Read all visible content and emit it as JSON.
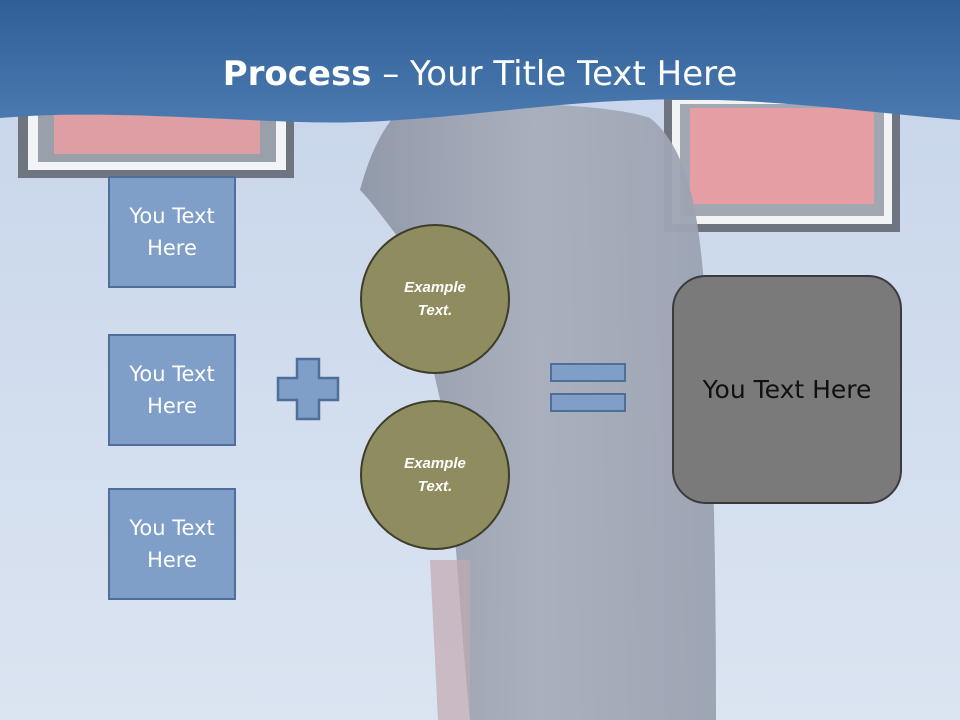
{
  "header": {
    "title_bold": "Process",
    "title_rest": " – Your Title Text Here"
  },
  "inputs": [
    {
      "label": "You Text Here"
    },
    {
      "label": "You Text Here"
    },
    {
      "label": "You Text Here"
    }
  ],
  "operators": {
    "plus": "plus-icon",
    "equals": "equals-icon"
  },
  "circles": [
    {
      "label": "Example Text."
    },
    {
      "label": "Example Text."
    }
  ],
  "result": {
    "label": "You Text Here"
  },
  "colors": {
    "header_blue": "#3f6ea3",
    "box_blue": "#7f9ec8",
    "box_border": "#4f6f9a",
    "circle_olive": "#8f8d60",
    "result_gray": "#7a7a7a"
  }
}
